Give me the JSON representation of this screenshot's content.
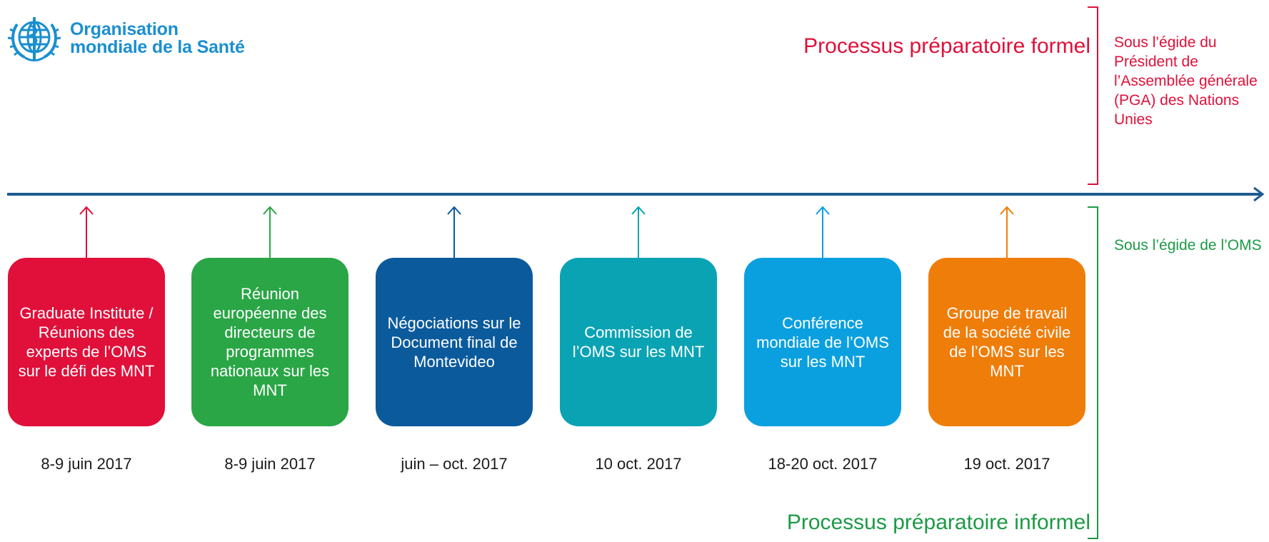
{
  "organization": {
    "name_line1": "Organisation",
    "name_line2": "mondiale de la Santé",
    "logo_icon": "who-emblem-icon",
    "color": "#1b8fd0"
  },
  "formal": {
    "title": "Processus préparatoire formel",
    "description": "Sous l’égide du Président de l’Assemblée générale (PGA) des Nations Unies",
    "color": "#e0103a"
  },
  "informal": {
    "title": "Processus préparatoire informel",
    "description": "Sous l’égide de l’OMS",
    "color": "#1c9a45"
  },
  "timeline": {
    "axis_color": "#1e5b92",
    "events": [
      {
        "label": "Graduate Institute / Réunions des experts de l’OMS sur le défi des MNT",
        "date": "8-9 juin 2017",
        "color": "#e0103a"
      },
      {
        "label": "Réunion européenne des directeurs de programmes nationaux sur les MNT",
        "date": "8-9 juin 2017",
        "color": "#2aa646"
      },
      {
        "label": "Négociations sur le Document final de Montevideo",
        "date": "juin – oct. 2017",
        "color": "#0b5a9c"
      },
      {
        "label": "Commission de l’OMS sur les MNT",
        "date": "10 oct. 2017",
        "color": "#0aa3b4"
      },
      {
        "label": "Conférence mondiale de l’OMS sur les MNT",
        "date": "18-20 oct. 2017",
        "color": "#0aa0e0"
      },
      {
        "label": "Groupe de travail de la société civile de l’OMS sur les MNT",
        "date": "19 oct. 2017",
        "color": "#ef7d0a"
      }
    ]
  }
}
